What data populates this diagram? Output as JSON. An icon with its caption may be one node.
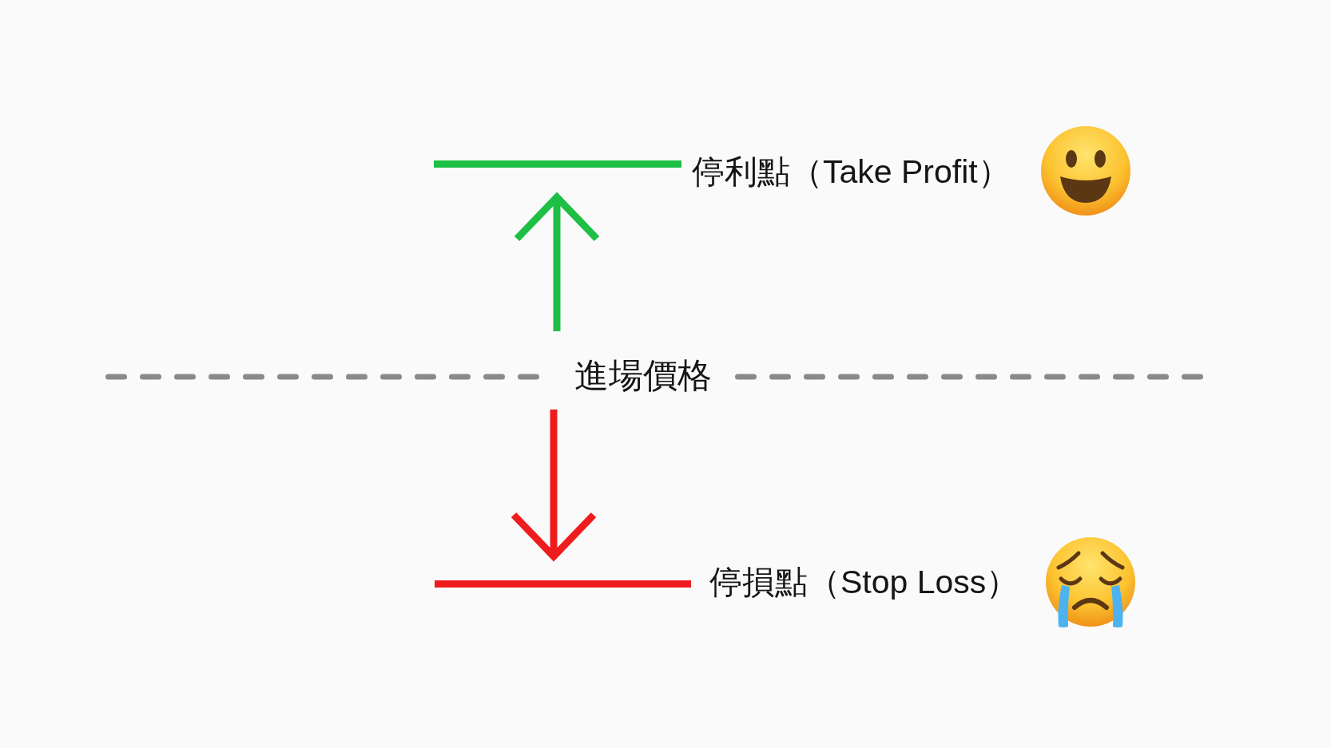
{
  "diagram": {
    "nodes": [
      {
        "text": [
          "進場價格"
        ]
      },
      {
        "text": [],
        "shape": "bar",
        "beside": [
          "停利點（Take Profit）"
        ]
      },
      {
        "text": [],
        "shape": "bar",
        "beside": [
          "停損點（Stop Loss）"
        ]
      }
    ],
    "edges": [
      {
        "from": 0,
        "to": 1,
        "arrow": "to",
        "color": "#1dbf45"
      },
      {
        "from": 0,
        "to": 2,
        "arrow": "to",
        "color": "#ee1c1c"
      }
    ]
  }
}
